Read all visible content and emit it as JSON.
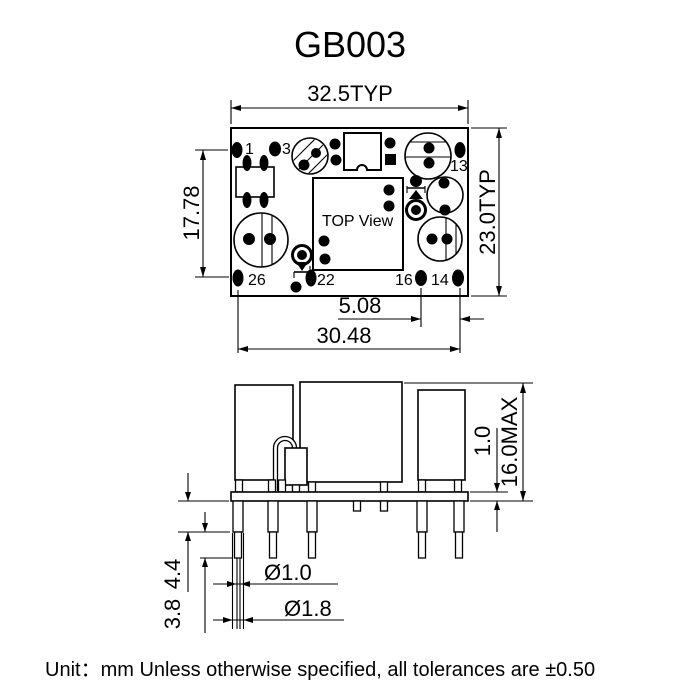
{
  "title": "GB003",
  "top_view": {
    "label": "TOP View",
    "pins": {
      "p1": "1",
      "p3": "3",
      "p13": "13",
      "p26": "26",
      "p22": "22",
      "p16": "16",
      "p14": "14"
    },
    "dims": {
      "width": "32.5TYP",
      "height": "23.0TYP",
      "row_spacing": "17.78",
      "pin_pitch": "5.08",
      "pin_span": "30.48"
    }
  },
  "side_view": {
    "dims": {
      "board_thickness": "1.0",
      "max_height": "16.0MAX",
      "shoulder_length": "4.4",
      "tip_length": "3.8",
      "tip_diameter": "Ø1.0",
      "shoulder_diameter": "Ø1.8"
    }
  },
  "note": "Unit：mm Unless otherwise specified, all tolerances are ±0.50",
  "colors": {
    "line": "#000000",
    "background": "#ffffff"
  }
}
